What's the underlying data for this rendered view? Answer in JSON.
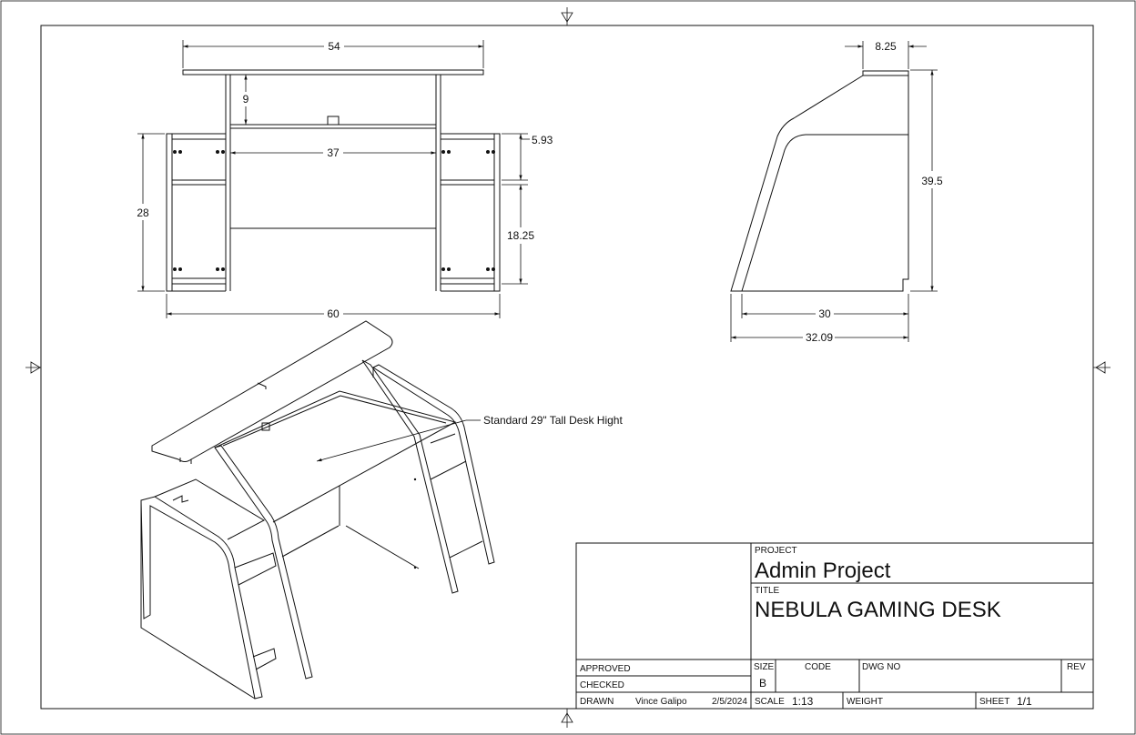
{
  "dimensions": {
    "front_top_width": "54",
    "front_offset": "9",
    "front_inner_width": "37",
    "front_height": "28",
    "front_shelf_gap": "5.93",
    "front_shelf_height": "18.25",
    "front_overall_width": "60",
    "side_top_depth": "8.25",
    "side_height": "39.5",
    "side_base_depth": "30",
    "side_overall_depth": "32.09"
  },
  "annotation": "Standard 29\" Tall Desk Hight",
  "title_block": {
    "project_label": "PROJECT",
    "project": "Admin Project",
    "title_label": "TITLE",
    "title": "NEBULA GAMING DESK",
    "approved_label": "APPROVED",
    "checked_label": "CHECKED",
    "drawn_label": "DRAWN",
    "drawn_by": "Vince Galipo",
    "drawn_date": "2/5/2024",
    "size_label": "SIZE",
    "size": "B",
    "code_label": "CODE",
    "dwg_no_label": "DWG NO",
    "rev_label": "REV",
    "scale_label": "SCALE",
    "scale": "1:13",
    "weight_label": "WEIGHT",
    "sheet_label": "SHEET",
    "sheet": "1/1"
  }
}
